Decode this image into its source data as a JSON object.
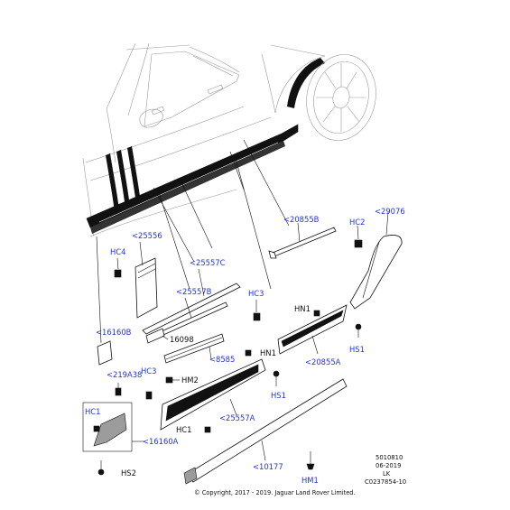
{
  "callouts": {
    "p29076": "<29076",
    "hc2": "HC2",
    "p20855b": "<20855B",
    "p25556": "<25556",
    "hc4": "HC4",
    "p25557c": "<25557C",
    "p25557b": "<25557B",
    "hc3_right": "HC3",
    "hn1_upper": "HN1",
    "p16160b": "<16160B",
    "p16098": "16098",
    "hs1_right": "HS1",
    "hn1_lower": "HN1",
    "p8585": "<8585",
    "p20855a": "<20855A",
    "p219a38": "<219A38",
    "hc3_left": "HC3",
    "hm2": "HM2",
    "hs1_lower": "HS1",
    "hc1_left": "HC1",
    "p25557a": "<25557A",
    "hc1_mid": "HC1",
    "p16160a": "<16160A",
    "p10177": "<10177",
    "hs2": "HS2",
    "hm1": "HM1"
  },
  "info_block": {
    "line1": "5010810",
    "line2": "06-2019",
    "line3": "LK",
    "line4": "C0237854-10"
  },
  "copyright": "© Copyright, 2017 - 2019. Jaguar Land Rover Limited."
}
